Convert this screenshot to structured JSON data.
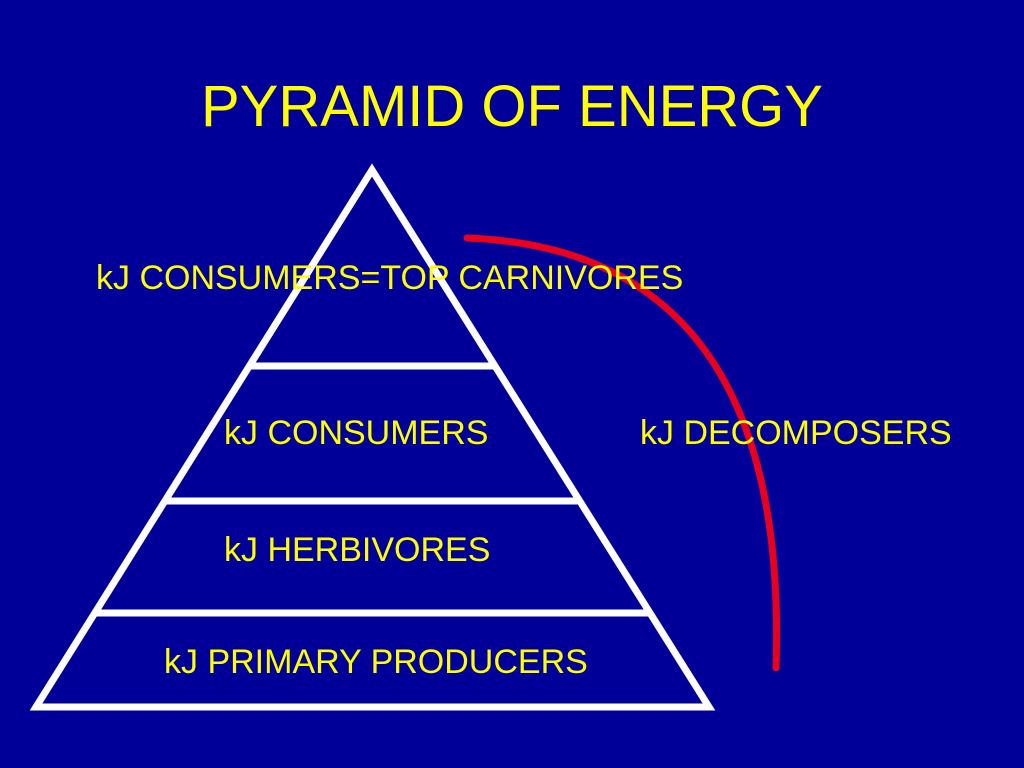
{
  "slide": {
    "title": "PYRAMID OF ENERGY",
    "background_color": "#000099",
    "text_color": "#ffff00",
    "line_color": "#ffffff",
    "arrow_color": "#e8001c"
  },
  "pyramid": {
    "levels": [
      {
        "label": "kJ CONSUMERS=TOP CARNIVORES"
      },
      {
        "label": "kJ CONSUMERS"
      },
      {
        "label": "kJ HERBIVORES"
      },
      {
        "label": "kJ PRIMARY PRODUCERS"
      }
    ]
  },
  "decomposers": {
    "label": "kJ DECOMPOSERS"
  }
}
